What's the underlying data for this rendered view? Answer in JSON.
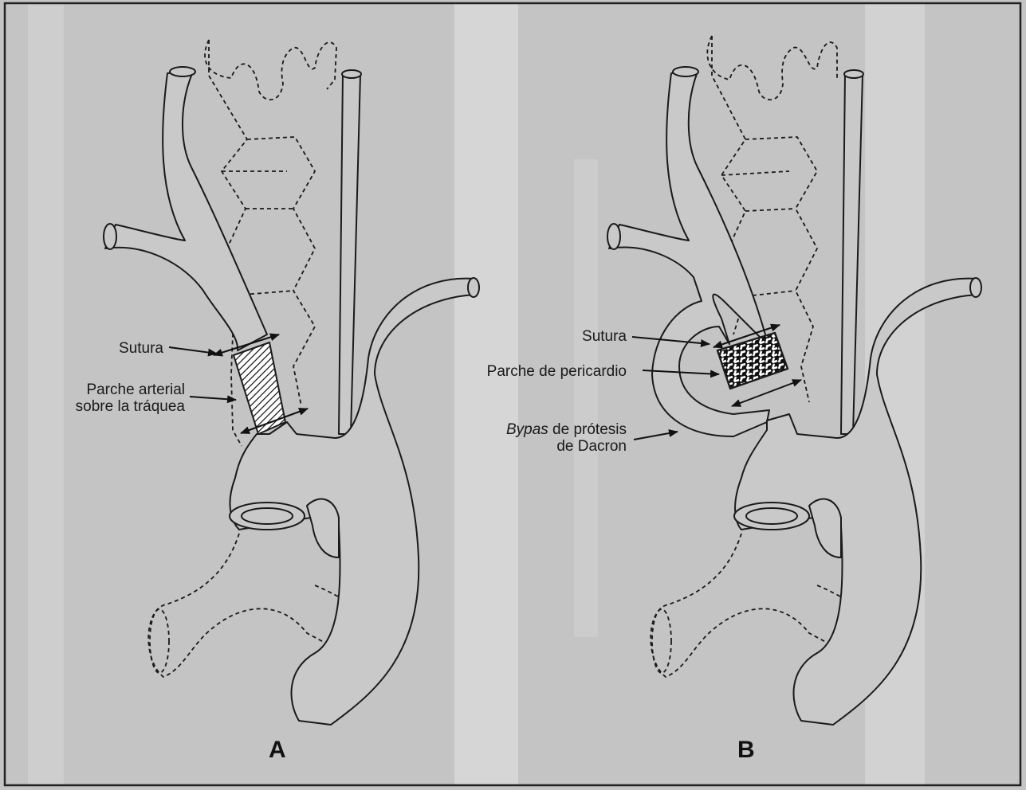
{
  "panel_a": {
    "letter": "A",
    "label_sutura": "Sutura",
    "label_parche_line1": "Parche arterial",
    "label_parche_line2": "sobre la tráquea"
  },
  "panel_b": {
    "letter": "B",
    "label_sutura": "Sutura",
    "label_pericardio": "Parche de pericardio",
    "label_bypass_italic": "Bypas",
    "label_bypass_rest": " de prótesis",
    "label_bypass_line2": "de Dacron"
  },
  "colors": {
    "background": "#c4c4c4",
    "stroke": "#1a1a1a",
    "vessel_fill": "#c9c9c9",
    "highlight": "#ffffff"
  }
}
